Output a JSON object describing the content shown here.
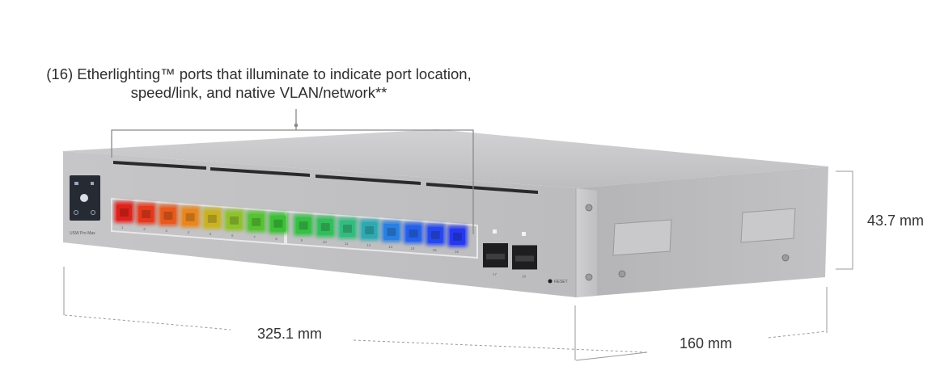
{
  "callout": {
    "line1": "(16) Etherlighting™ ports that illuminate to indicate port location,",
    "line2": "speed/link, and native VLAN/network**"
  },
  "dimensions": {
    "height": "43.7 mm",
    "width": "325.1 mm",
    "depth": "160 mm"
  },
  "device": {
    "model_label": "USW Pro Max",
    "reset_label": "RESET",
    "rj45_ports": [
      {
        "label": "1",
        "color": "#e0221b"
      },
      {
        "label": "2",
        "color": "#e6391c"
      },
      {
        "label": "3",
        "color": "#e8591d"
      },
      {
        "label": "4",
        "color": "#e9861f"
      },
      {
        "label": "5",
        "color": "#c9b224"
      },
      {
        "label": "6",
        "color": "#8fc22c"
      },
      {
        "label": "7",
        "color": "#57c232"
      },
      {
        "label": "8",
        "color": "#3cc038"
      },
      {
        "label": "9",
        "color": "#36c046"
      },
      {
        "label": "10",
        "color": "#34bd5c"
      },
      {
        "label": "11",
        "color": "#34bb7e"
      },
      {
        "label": "12",
        "color": "#2fa9b1"
      },
      {
        "label": "13",
        "color": "#2a7fe0"
      },
      {
        "label": "14",
        "color": "#2561ea"
      },
      {
        "label": "15",
        "color": "#2548ec"
      },
      {
        "label": "16",
        "color": "#2538ee"
      }
    ],
    "sfp_ports": [
      {
        "label": "17"
      },
      {
        "label": "18"
      }
    ]
  }
}
